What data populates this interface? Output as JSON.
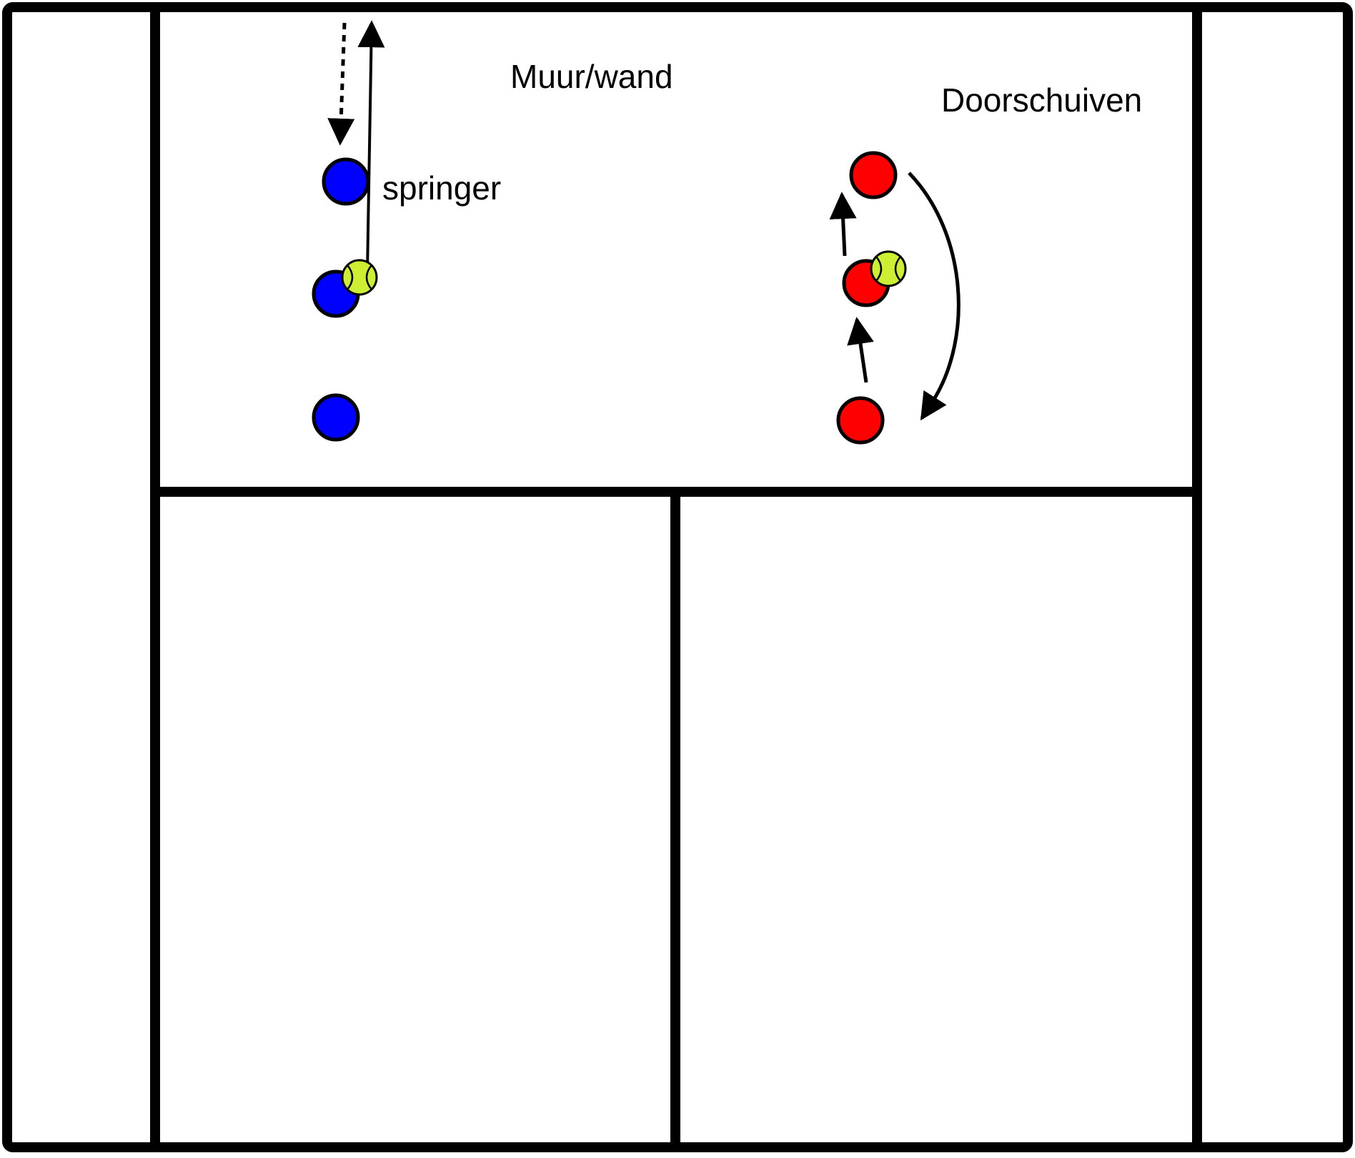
{
  "labels": {
    "wall": "Muur/wand",
    "slide": "Doorschuiven",
    "jumper": "springer"
  },
  "colors": {
    "court_lines": "#000000",
    "background": "#ffffff",
    "team_blue": "#0000ff",
    "team_red": "#ff0000",
    "ball": "#ccee33"
  },
  "icons": {
    "player_marker": "filled-circle",
    "ball": "tennis-ball",
    "movement": "arrow"
  }
}
